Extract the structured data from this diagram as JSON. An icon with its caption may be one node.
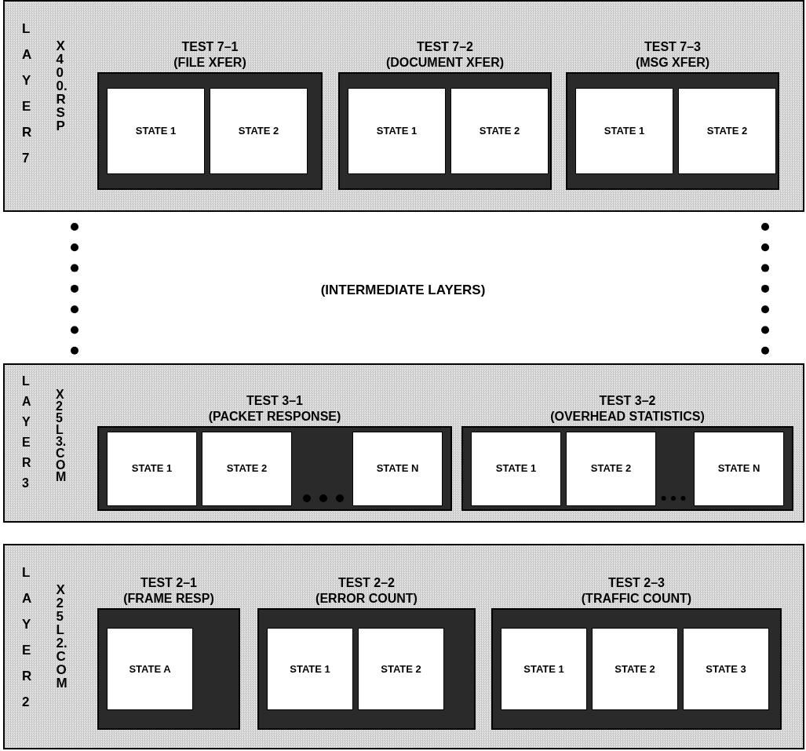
{
  "diagram": {
    "nodes": [
      {
        "text": [
          "LAYER 7",
          "X400.RSP"
        ]
      },
      {
        "text": [
          "TEST 7–1",
          "(FILE XFER)"
        ],
        "in": 0
      },
      {
        "text": [
          "STATE 1"
        ],
        "in": 1
      },
      {
        "text": [
          "STATE 2"
        ],
        "in": 1
      },
      {
        "text": [
          "TEST 7–2",
          "(DOCUMENT XFER)"
        ],
        "in": 0
      },
      {
        "text": [
          "STATE 1"
        ],
        "in": 4
      },
      {
        "text": [
          "STATE 2"
        ],
        "in": 4
      },
      {
        "text": [
          "TEST 7–3",
          "(MSG XFER)"
        ],
        "in": 0
      },
      {
        "text": [
          "STATE 1"
        ],
        "in": 7
      },
      {
        "text": [
          "STATE 2"
        ],
        "in": 7
      },
      {
        "text": [
          "LAYER 3",
          "X25L3.COM"
        ]
      },
      {
        "text": [
          "TEST 3–1",
          "(PACKET RESPONSE)"
        ],
        "in": 10
      },
      {
        "text": [
          "STATE 1"
        ],
        "in": 11
      },
      {
        "text": [
          "STATE 2"
        ],
        "in": 11
      },
      {
        "text": [
          "STATE N"
        ],
        "in": 11
      },
      {
        "text": [
          "TEST 3–2",
          "(OVERHEAD STATISTICS)"
        ],
        "in": 10
      },
      {
        "text": [
          "STATE 1"
        ],
        "in": 15
      },
      {
        "text": [
          "STATE 2"
        ],
        "in": 15
      },
      {
        "text": [
          "STATE N"
        ],
        "in": 15
      },
      {
        "text": [
          "LAYER 2",
          "X25L2.COM"
        ]
      },
      {
        "text": [
          "TEST 2–1",
          "(FRAME RESP)"
        ],
        "in": 19
      },
      {
        "text": [
          "STATE A"
        ],
        "in": 20
      },
      {
        "text": [
          "TEST 2–2",
          "(ERROR COUNT)"
        ],
        "in": 19
      },
      {
        "text": [
          "STATE 1"
        ],
        "in": 22
      },
      {
        "text": [
          "STATE 2"
        ],
        "in": 22
      },
      {
        "text": [
          "TEST 2–3",
          "(TRAFFIC COUNT)"
        ],
        "in": 19
      },
      {
        "text": [
          "STATE 1"
        ],
        "in": 25
      },
      {
        "text": [
          "STATE 2"
        ],
        "in": 25
      },
      {
        "text": [
          "STATE 3"
        ],
        "in": 25
      }
    ],
    "labels": [
      "(INTERMEDIATE LAYERS)"
    ]
  }
}
